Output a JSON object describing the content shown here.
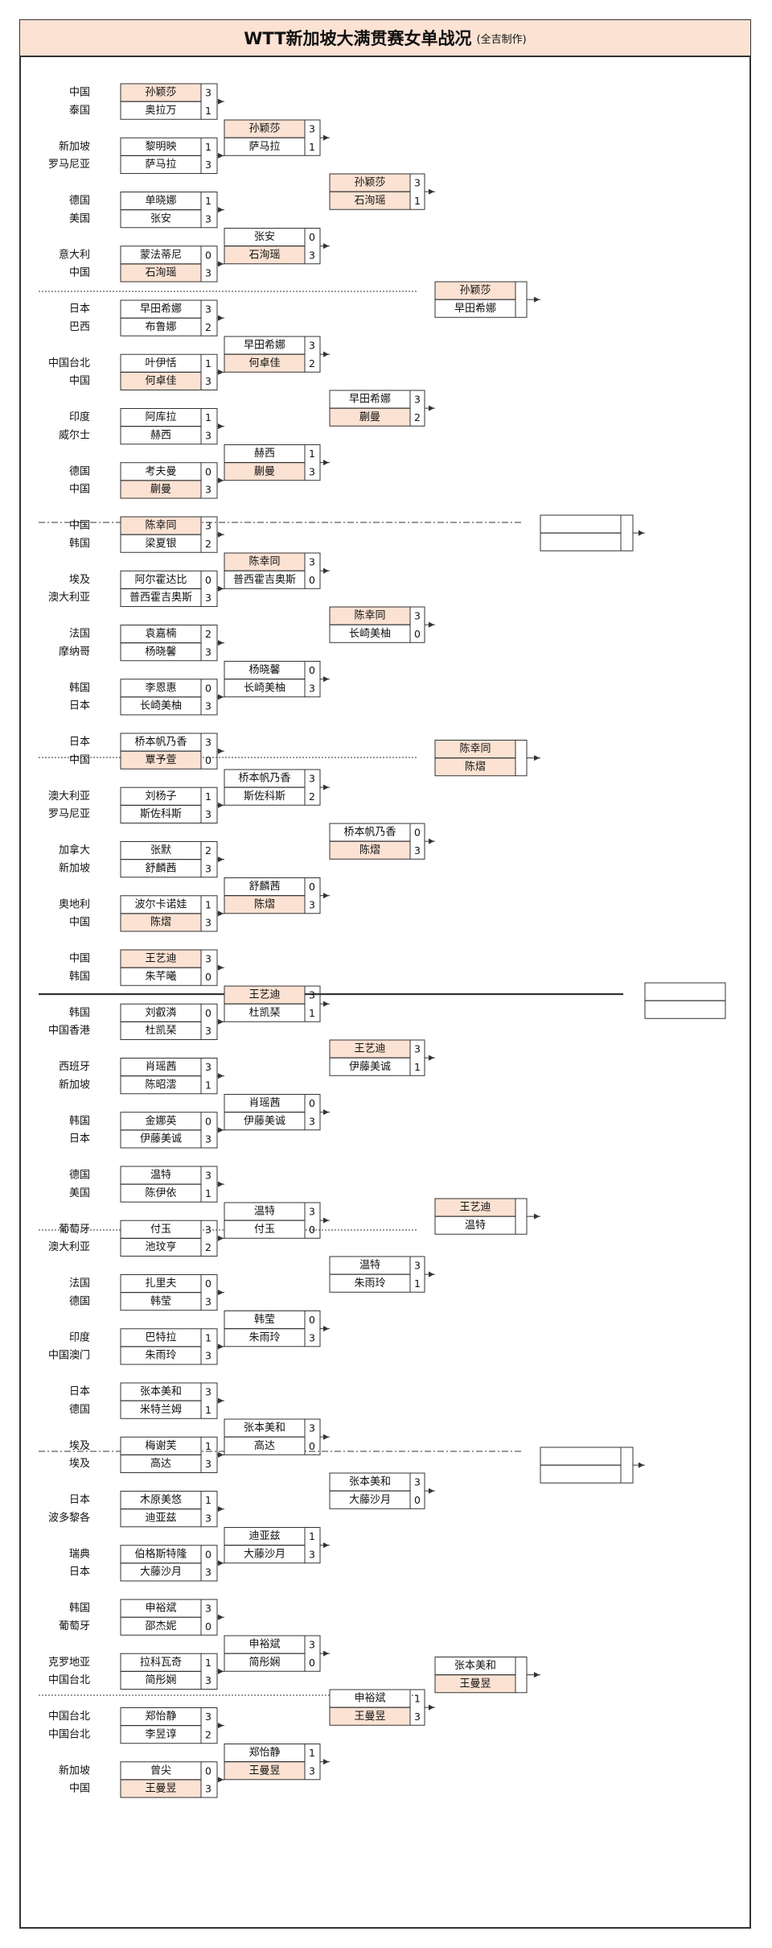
{
  "title": "WTT新加坡大满贯赛女单战况",
  "subtitle": "(全吉制作)",
  "colors": {
    "winner_fill": "#fbe2d3",
    "border": "#333333",
    "background": "#ffffff"
  },
  "round1": [
    {
      "country": "中国",
      "name": "孙颖莎",
      "score": "3",
      "win": true
    },
    {
      "country": "泰国",
      "name": "奥拉万",
      "score": "1",
      "win": false
    },
    {
      "country": "新加坡",
      "name": "黎明映",
      "score": "1",
      "win": false
    },
    {
      "country": "罗马尼亚",
      "name": "萨马拉",
      "score": "3",
      "win": false
    },
    {
      "country": "德国",
      "name": "单晓娜",
      "score": "1",
      "win": false
    },
    {
      "country": "美国",
      "name": "张安",
      "score": "3",
      "win": false
    },
    {
      "country": "意大利",
      "name": "蒙法蒂尼",
      "score": "0",
      "win": false
    },
    {
      "country": "中国",
      "name": "石洵瑶",
      "score": "3",
      "win": true
    },
    {
      "country": "日本",
      "name": "早田希娜",
      "score": "3",
      "win": false
    },
    {
      "country": "巴西",
      "name": "布鲁娜",
      "score": "2",
      "win": false
    },
    {
      "country": "中国台北",
      "name": "叶伊恬",
      "score": "1",
      "win": false
    },
    {
      "country": "中国",
      "name": "何卓佳",
      "score": "3",
      "win": true
    },
    {
      "country": "印度",
      "name": "阿库拉",
      "score": "1",
      "win": false
    },
    {
      "country": "威尔士",
      "name": "赫西",
      "score": "3",
      "win": false
    },
    {
      "country": "德国",
      "name": "考夫曼",
      "score": "0",
      "win": false
    },
    {
      "country": "中国",
      "name": "蒯曼",
      "score": "3",
      "win": true
    },
    {
      "country": "中国",
      "name": "陈幸同",
      "score": "3",
      "win": true
    },
    {
      "country": "韩国",
      "name": "梁夏银",
      "score": "2",
      "win": false
    },
    {
      "country": "埃及",
      "name": "阿尔霍达比",
      "score": "0",
      "win": false
    },
    {
      "country": "澳大利亚",
      "name": "普西霍吉奥斯",
      "score": "3",
      "win": false
    },
    {
      "country": "法国",
      "name": "袁嘉楠",
      "score": "2",
      "win": false
    },
    {
      "country": "摩纳哥",
      "name": "杨晓馨",
      "score": "3",
      "win": false
    },
    {
      "country": "韩国",
      "name": "李恩惠",
      "score": "0",
      "win": false
    },
    {
      "country": "日本",
      "name": "长崎美柚",
      "score": "3",
      "win": false
    },
    {
      "country": "日本",
      "name": "桥本帆乃香",
      "score": "3",
      "win": false
    },
    {
      "country": "中国",
      "name": "覃予萱",
      "score": "0",
      "win": true
    },
    {
      "country": "澳大利亚",
      "name": "刘杨子",
      "score": "1",
      "win": false
    },
    {
      "country": "罗马尼亚",
      "name": "斯佐科斯",
      "score": "3",
      "win": false
    },
    {
      "country": "加拿大",
      "name": "张默",
      "score": "2",
      "win": false
    },
    {
      "country": "新加坡",
      "name": "舒麟茜",
      "score": "3",
      "win": false
    },
    {
      "country": "奥地利",
      "name": "波尔卡诺娃",
      "score": "1",
      "win": false
    },
    {
      "country": "中国",
      "name": "陈熠",
      "score": "3",
      "win": true
    },
    {
      "country": "中国",
      "name": "王艺迪",
      "score": "3",
      "win": true
    },
    {
      "country": "韩国",
      "name": "朱芊曦",
      "score": "0",
      "win": false
    },
    {
      "country": "韩国",
      "name": "刘叡潾",
      "score": "0",
      "win": false
    },
    {
      "country": "中国香港",
      "name": "杜凯琹",
      "score": "3",
      "win": false
    },
    {
      "country": "西班牙",
      "name": "肖瑶茜",
      "score": "3",
      "win": false
    },
    {
      "country": "新加坡",
      "name": "陈昭澐",
      "score": "1",
      "win": false
    },
    {
      "country": "韩国",
      "name": "金娜英",
      "score": "0",
      "win": false
    },
    {
      "country": "日本",
      "name": "伊藤美诚",
      "score": "3",
      "win": false
    },
    {
      "country": "德国",
      "name": "温特",
      "score": "3",
      "win": false
    },
    {
      "country": "美国",
      "name": "陈伊依",
      "score": "1",
      "win": false
    },
    {
      "country": "葡萄牙",
      "name": "付玉",
      "score": "3",
      "win": false
    },
    {
      "country": "澳大利亚",
      "name": "池玟亨",
      "score": "2",
      "win": false
    },
    {
      "country": "法国",
      "name": "扎里夫",
      "score": "0",
      "win": false
    },
    {
      "country": "德国",
      "name": "韩莹",
      "score": "3",
      "win": false
    },
    {
      "country": "印度",
      "name": "巴特拉",
      "score": "1",
      "win": false
    },
    {
      "country": "中国澳门",
      "name": "朱雨玲",
      "score": "3",
      "win": false
    },
    {
      "country": "日本",
      "name": "张本美和",
      "score": "3",
      "win": false
    },
    {
      "country": "德国",
      "name": "米特兰姆",
      "score": "1",
      "win": false
    },
    {
      "country": "埃及",
      "name": "梅谢芙",
      "score": "1",
      "win": false
    },
    {
      "country": "埃及",
      "name": "高达",
      "score": "3",
      "win": false
    },
    {
      "country": "日本",
      "name": "木原美悠",
      "score": "1",
      "win": false
    },
    {
      "country": "波多黎各",
      "name": "迪亚兹",
      "score": "3",
      "win": false
    },
    {
      "country": "瑞典",
      "name": "伯格斯特隆",
      "score": "0",
      "win": false
    },
    {
      "country": "日本",
      "name": "大藤沙月",
      "score": "3",
      "win": false
    },
    {
      "country": "韩国",
      "name": "申裕斌",
      "score": "3",
      "win": false
    },
    {
      "country": "葡萄牙",
      "name": "邵杰妮",
      "score": "0",
      "win": false
    },
    {
      "country": "克罗地亚",
      "name": "拉科瓦奇",
      "score": "1",
      "win": false
    },
    {
      "country": "中国台北",
      "name": "简彤娴",
      "score": "3",
      "win": false
    },
    {
      "country": "中国台北",
      "name": "郑怡静",
      "score": "3",
      "win": false
    },
    {
      "country": "中国台北",
      "name": "李昱谆",
      "score": "2",
      "win": false
    },
    {
      "country": "新加坡",
      "name": "曾尖",
      "score": "0",
      "win": false
    },
    {
      "country": "中国",
      "name": "王曼昱",
      "score": "3",
      "win": true
    }
  ],
  "round2": [
    {
      "name": "孙颖莎",
      "score": "3",
      "win": true
    },
    {
      "name": "萨马拉",
      "score": "1",
      "win": false
    },
    {
      "name": "张安",
      "score": "0",
      "win": false
    },
    {
      "name": "石洵瑶",
      "score": "3",
      "win": true
    },
    {
      "name": "早田希娜",
      "score": "3",
      "win": false
    },
    {
      "name": "何卓佳",
      "score": "2",
      "win": true
    },
    {
      "name": "赫西",
      "score": "1",
      "win": false
    },
    {
      "name": "蒯曼",
      "score": "3",
      "win": true
    },
    {
      "name": "陈幸同",
      "score": "3",
      "win": true
    },
    {
      "name": "普西霍吉奥斯",
      "score": "0",
      "win": false
    },
    {
      "name": "杨晓馨",
      "score": "0",
      "win": false
    },
    {
      "name": "长崎美柚",
      "score": "3",
      "win": false
    },
    {
      "name": "桥本帆乃香",
      "score": "3",
      "win": false
    },
    {
      "name": "斯佐科斯",
      "score": "2",
      "win": false
    },
    {
      "name": "舒麟茜",
      "score": "0",
      "win": false
    },
    {
      "name": "陈熠",
      "score": "3",
      "win": true
    },
    {
      "name": "王艺迪",
      "score": "3",
      "win": true
    },
    {
      "name": "杜凯琹",
      "score": "1",
      "win": false
    },
    {
      "name": "肖瑶茜",
      "score": "0",
      "win": false
    },
    {
      "name": "伊藤美诚",
      "score": "3",
      "win": false
    },
    {
      "name": "温特",
      "score": "3",
      "win": false
    },
    {
      "name": "付玉",
      "score": "0",
      "win": false
    },
    {
      "name": "韩莹",
      "score": "0",
      "win": false
    },
    {
      "name": "朱雨玲",
      "score": "3",
      "win": false
    },
    {
      "name": "张本美和",
      "score": "3",
      "win": false
    },
    {
      "name": "高达",
      "score": "0",
      "win": false
    },
    {
      "name": "迪亚兹",
      "score": "1",
      "win": false
    },
    {
      "name": "大藤沙月",
      "score": "3",
      "win": false
    },
    {
      "name": "申裕斌",
      "score": "3",
      "win": false
    },
    {
      "name": "简彤娴",
      "score": "0",
      "win": false
    },
    {
      "name": "郑怡静",
      "score": "1",
      "win": false
    },
    {
      "name": "王曼昱",
      "score": "3",
      "win": true
    }
  ],
  "round3": [
    {
      "name": "孙颖莎",
      "score": "3",
      "win": true
    },
    {
      "name": "石洵瑶",
      "score": "1",
      "win": true
    },
    {
      "name": "早田希娜",
      "score": "3",
      "win": false
    },
    {
      "name": "蒯曼",
      "score": "2",
      "win": true
    },
    {
      "name": "陈幸同",
      "score": "3",
      "win": true
    },
    {
      "name": "长崎美柚",
      "score": "0",
      "win": false
    },
    {
      "name": "桥本帆乃香",
      "score": "0",
      "win": false
    },
    {
      "name": "陈熠",
      "score": "3",
      "win": true
    },
    {
      "name": "王艺迪",
      "score": "3",
      "win": true
    },
    {
      "name": "伊藤美诚",
      "score": "1",
      "win": false
    },
    {
      "name": "温特",
      "score": "3",
      "win": false
    },
    {
      "name": "朱雨玲",
      "score": "1",
      "win": false
    },
    {
      "name": "张本美和",
      "score": "3",
      "win": false
    },
    {
      "name": "大藤沙月",
      "score": "0",
      "win": false
    },
    {
      "name": "申裕斌",
      "score": "1",
      "win": false
    },
    {
      "name": "王曼昱",
      "score": "3",
      "win": true
    }
  ],
  "round4": [
    {
      "name": "孙颖莎",
      "score": "",
      "win": true
    },
    {
      "name": "早田希娜",
      "score": "",
      "win": false
    },
    {
      "name": "陈幸同",
      "score": "",
      "win": true
    },
    {
      "name": "陈熠",
      "score": "",
      "win": true
    },
    {
      "name": "王艺迪",
      "score": "",
      "win": true
    },
    {
      "name": "温特",
      "score": "",
      "win": false
    },
    {
      "name": "张本美和",
      "score": "",
      "win": false
    },
    {
      "name": "王曼昱",
      "score": "",
      "win": true
    }
  ],
  "round5": [
    {
      "name": "",
      "score": "",
      "win": false
    },
    {
      "name": "",
      "score": "",
      "win": false
    },
    {
      "name": "",
      "score": "",
      "win": false
    },
    {
      "name": "",
      "score": "",
      "win": false
    }
  ],
  "round6": [
    {
      "name": "",
      "score": "",
      "win": false
    },
    {
      "name": "",
      "score": "",
      "win": false
    }
  ]
}
